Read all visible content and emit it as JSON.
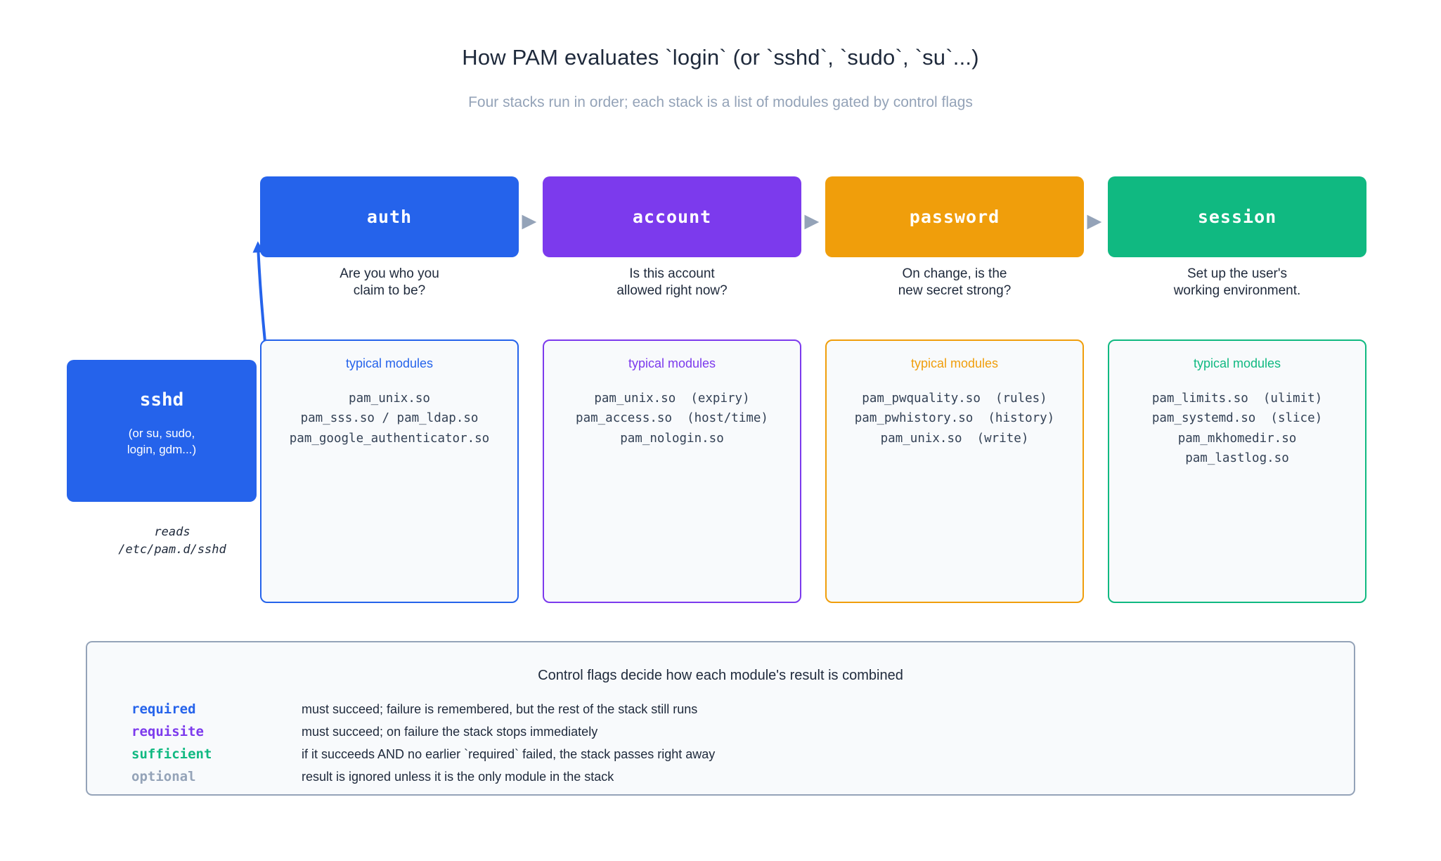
{
  "page": {
    "title": "How PAM evaluates `login` (or `sshd`, `sudo`, `su`...)",
    "subtitle": "Four stacks run in order; each stack is a list of modules gated by control flags"
  },
  "stacks": [
    {
      "name": "auth",
      "color": "#2563eb",
      "description": "Are you who you\nclaim to be?",
      "modules_title": "typical modules",
      "modules": [
        "pam_unix.so",
        "pam_sss.so / pam_ldap.so",
        "pam_google_authenticator.so"
      ]
    },
    {
      "name": "account",
      "color": "#7c3aed",
      "description": "Is this account\nallowed right now?",
      "modules_title": "typical modules",
      "modules": [
        "pam_unix.so  (expiry)",
        "pam_access.so  (host/time)",
        "pam_nologin.so"
      ]
    },
    {
      "name": "password",
      "color": "#f09e0b",
      "description": "On change, is the\nnew secret strong?",
      "modules_title": "typical modules",
      "modules": [
        "pam_pwquality.so  (rules)",
        "pam_pwhistory.so  (history)",
        "pam_unix.so  (write)"
      ]
    },
    {
      "name": "session",
      "color": "#10b981",
      "description": "Set up the user's\nworking environment.",
      "modules_title": "typical modules",
      "modules": [
        "pam_limits.so  (ulimit)",
        "pam_systemd.so  (slice)",
        "pam_mkhomedir.so",
        "pam_lastlog.so"
      ]
    }
  ],
  "service": {
    "name": "sshd",
    "alt_services": "(or su, sudo,\nlogin, gdm...)",
    "reads_label": "reads\n/etc/pam.d/sshd",
    "color": "#2563eb"
  },
  "connectors": {
    "service_to_auth_color": "#2563eb",
    "flow_arrow_color": "#94a3b8"
  },
  "legend": {
    "title": "Control flags decide how each module's result is combined",
    "flags": [
      {
        "name": "required",
        "color": "#2563eb",
        "description": "must succeed; failure is remembered, but the rest of the stack still runs"
      },
      {
        "name": "requisite",
        "color": "#7c3aed",
        "description": "must succeed; on failure the stack stops immediately"
      },
      {
        "name": "sufficient",
        "color": "#10b981",
        "description": "if it succeeds AND no earlier `required` failed, the stack passes right away"
      },
      {
        "name": "optional",
        "color": "#94a3b8",
        "description": "result is ignored unless it is the only module in the stack"
      }
    ]
  }
}
